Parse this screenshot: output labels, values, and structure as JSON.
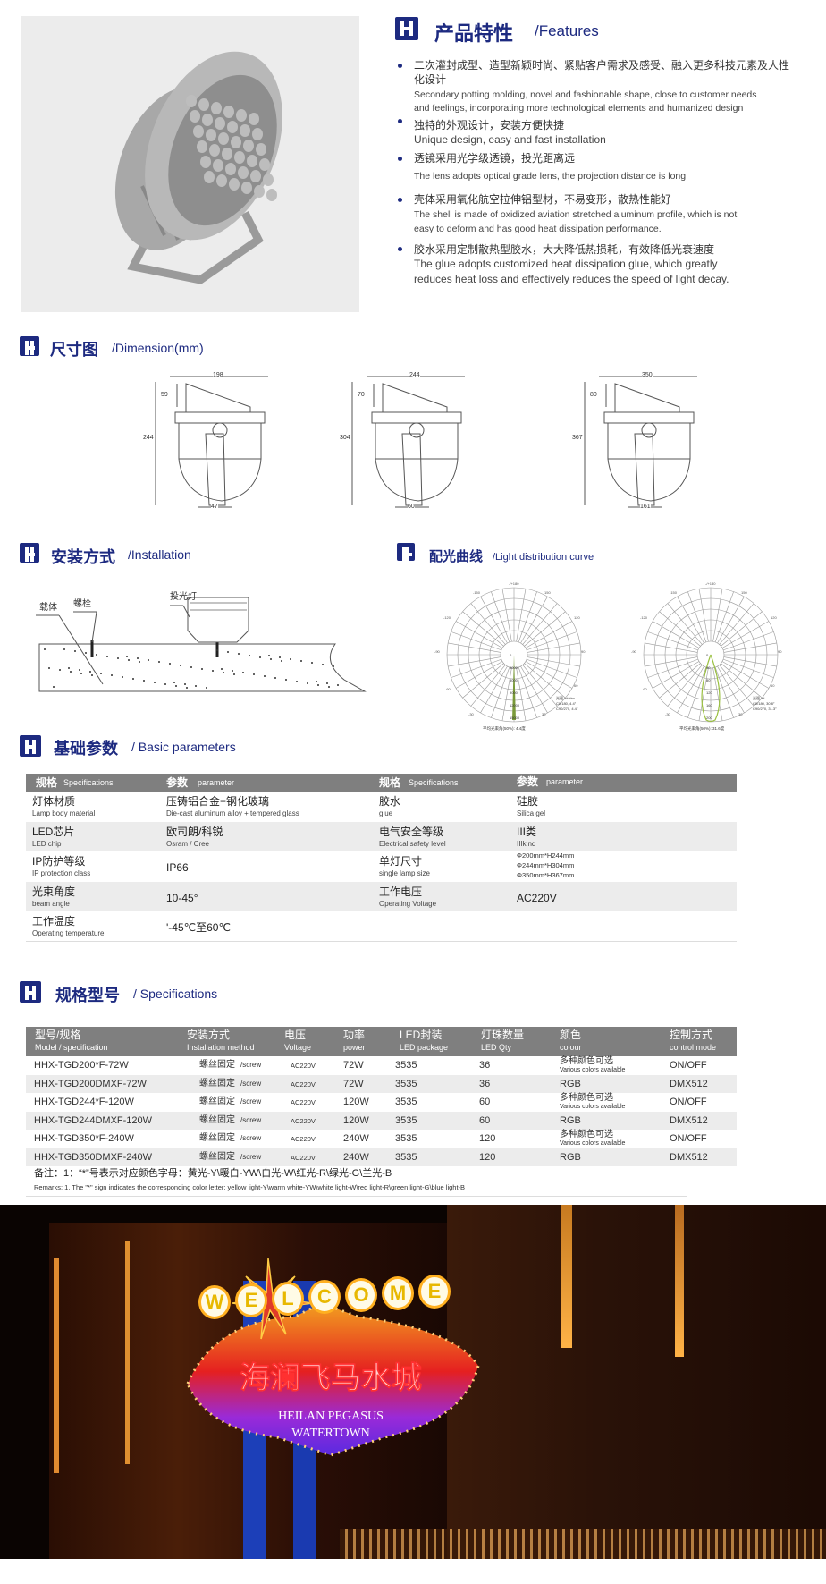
{
  "features": {
    "title_cn": "产品特性",
    "title_en": "/Features",
    "items": [
      {
        "cn": "二次灌封成型、造型新颖时尚、紧贴客户需求及感受、融入更多科技元素及人性",
        "cn2": "化设计",
        "en": "Secondary potting molding, novel and fashionable shape, close to customer needs",
        "en2": "and feelings, incorporating more technological elements and humanized design"
      },
      {
        "cn": "独特的外观设计，安装方便快捷",
        "en": "Unique design, easy and fast installation"
      },
      {
        "cn": "透镜采用光学级透镜，投光距离远",
        "en": "The lens adopts optical grade lens, the projection distance is long"
      },
      {
        "cn": "壳体采用氧化航空拉伸铝型材，不易变形，散热性能好",
        "en": "The shell is made of oxidized aviation stretched aluminum profile, which is not",
        "en2": "easy to deform and has good heat dissipation performance."
      },
      {
        "cn": "胶水采用定制散热型胶水，大大降低热损耗，有效降低光衰速度",
        "en": "The glue adopts customized heat dissipation glue, which greatly",
        "en2": "reduces heat loss and effectively reduces the speed of light decay."
      }
    ]
  },
  "dimension": {
    "title_cn": "尺寸图",
    "title_en": "/Dimension(mm)",
    "drawings": [
      {
        "width": "198",
        "top": "59",
        "height": "244",
        "bracket": "47"
      },
      {
        "width": "244",
        "top": "70",
        "height": "304",
        "bracket": "60"
      },
      {
        "width": "350",
        "top": "80",
        "height": "367",
        "bracket": "161"
      }
    ]
  },
  "installation": {
    "title_cn": "安装方式",
    "title_en": "/Installation",
    "labels": {
      "carrier": "载体",
      "bolt": "螺栓",
      "lamp": "投光灯"
    }
  },
  "light": {
    "title_cn": "配光曲线",
    "title_en": "/Light distribution curve",
    "angles": [
      "-/+180",
      "-150",
      "150",
      "-120",
      "120",
      "-90",
      "90",
      "-60",
      "60",
      "-30",
      "30"
    ],
    "charts": [
      {
        "rings": [
          "0",
          "5000",
          "8000",
          "9000",
          "12000",
          "15000"
        ],
        "caption": "平均光束角(50%): 4.4度",
        "legend": [
          "光强 cd/klm",
          "C0/180, 4.4°",
          "C90/270, 4.4°"
        ]
      },
      {
        "rings": [
          "0",
          "40",
          "80",
          "120",
          "160",
          "200"
        ],
        "caption": "平均光束角(50%): 31.6度",
        "legend": [
          "光强 cd",
          "C0/180, 30.8°",
          "C90/270, 31.3°"
        ]
      }
    ]
  },
  "basic": {
    "title_cn": "基础参数",
    "title_en": "/ Basic parameters",
    "header": [
      {
        "cn": "规格",
        "en": "Specifications"
      },
      {
        "cn": "参数",
        "en": "parameter"
      },
      {
        "cn": "规格",
        "en": "Specifications"
      },
      {
        "cn": "参数",
        "en": "parameter"
      }
    ],
    "rows": [
      {
        "k1": "灯体材质",
        "k1en": "Lamp body material",
        "v1": "压铸铝合金+钢化玻璃",
        "v1en": "Die-cast aluminum alloy + tempered glass",
        "k2": "胶水",
        "k2en": "glue",
        "v2": "硅胶",
        "v2en": "Silica gel"
      },
      {
        "k1": "LED芯片",
        "k1en": "LED chip",
        "v1": "欧司朗/科锐",
        "v1en": "Osram / Cree",
        "k2": "电气安全等级",
        "k2en": "Electrical safety level",
        "v2": "III类",
        "v2en": "IIIkind"
      },
      {
        "k1": "IP防护等级",
        "k1en": "IP protection class",
        "v1": "IP66",
        "k2": "单灯尺寸",
        "k2en": "single lamp size",
        "sizes": [
          "Φ200mm*H244mm",
          "Φ244mm*H304mm",
          "Φ350mm*H367mm"
        ]
      },
      {
        "k1": "光束角度",
        "k1en": "beam angle",
        "v1": "10-45°",
        "k2": "工作电压",
        "k2en": "Operating Voltage",
        "v2": "AC220V"
      },
      {
        "k1": "工作温度",
        "k1en": "Operating temperature",
        "v1": "'-45℃至60℃"
      }
    ]
  },
  "specs": {
    "title_cn": "规格型号",
    "title_en": "/ Specifications",
    "header": [
      {
        "cn": "型号/规格",
        "en": "Model / specification"
      },
      {
        "cn": "安装方式",
        "en": "Installation method"
      },
      {
        "cn": "电压",
        "en": "Voltage"
      },
      {
        "cn": "功率",
        "en": "power"
      },
      {
        "cn": "LED封装",
        "en": "LED package"
      },
      {
        "cn": "灯珠数量",
        "en": "LED Qty"
      },
      {
        "cn": "颜色",
        "en": "colour"
      },
      {
        "cn": "控制方式",
        "en": "control mode"
      }
    ],
    "rows": [
      {
        "model": "HHX-TGD200*F-72W",
        "install": "螺丝固定",
        "install_en": "/screw",
        "voltage": "AC220V",
        "power": "72W",
        "package": "3535",
        "qty": "36",
        "colour": "多种颜色可选",
        "colour_en": "Various colors available",
        "control": "ON/OFF"
      },
      {
        "model": "HHX-TGD200DMXF-72W",
        "install": "螺丝固定",
        "install_en": "/screw",
        "voltage": "AC220V",
        "power": "72W",
        "package": "3535",
        "qty": "36",
        "colour": "RGB",
        "control": "DMX512"
      },
      {
        "model": "HHX-TGD244*F-120W",
        "install": "螺丝固定",
        "install_en": "/screw",
        "voltage": "AC220V",
        "power": "120W",
        "package": "3535",
        "qty": "60",
        "colour": "多种颜色可选",
        "colour_en": "Various colors available",
        "control": "ON/OFF"
      },
      {
        "model": "HHX-TGD244DMXF-120W",
        "install": "螺丝固定",
        "install_en": "/screw",
        "voltage": "AC220V",
        "power": "120W",
        "package": "3535",
        "qty": "60",
        "colour": "RGB",
        "control": "DMX512"
      },
      {
        "model": "HHX-TGD350*F-240W",
        "install": "螺丝固定",
        "install_en": "/screw",
        "voltage": "AC220V",
        "power": "240W",
        "package": "3535",
        "qty": "120",
        "colour": "多种颜色可选",
        "colour_en": "Various colors available",
        "control": "ON/OFF"
      },
      {
        "model": "HHX-TGD350DMXF-240W",
        "install": "螺丝固定",
        "install_en": "/screw",
        "voltage": "AC220V",
        "power": "240W",
        "package": "3535",
        "qty": "120",
        "colour": "RGB",
        "control": "DMX512"
      }
    ],
    "remark_cn": "备注：1：“*”号表示对应颜色字母：黄光-Y\\暖白-YW\\白光-W\\红光-R\\绿光-G\\兰光-B",
    "remark_en": "Remarks: 1. The \"*\" sign indicates the corresponding color letter: yellow light-Y\\warm white-YW\\white light-W\\red light-R\\green light-G\\blue light-B"
  },
  "photo": {
    "sign_welcome": "WELCOME",
    "sign_cn": "海澜飞马水城",
    "sign_en1": "HEILAN PEGASUS",
    "sign_en2": "WATERTOWN"
  },
  "colors": {
    "brand": "#1d2a80",
    "table_header": "#7f7f7f",
    "row_alt": "#ececec"
  }
}
